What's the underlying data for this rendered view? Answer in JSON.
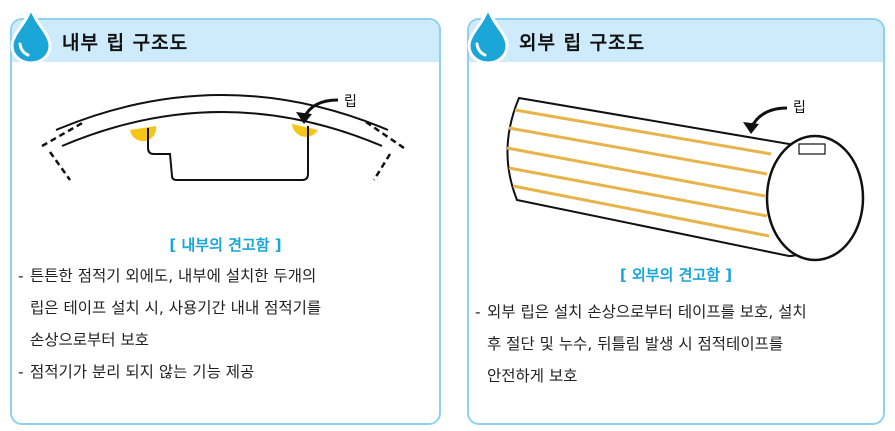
{
  "left": {
    "title": "내부 립 구조도",
    "rib_label": "립",
    "subtitle": "[ 내부의 견고함 ]",
    "bullets": [
      {
        "dash": "-",
        "text": "튼튼한 점적기 외에도, 내부에 설치한 두개의\n립은 테이프 설치 시, 사용기간 내내 점적기를\n손상으로부터 보호"
      },
      {
        "dash": "-",
        "text": "점적기가 분리 되지 않는 기능 제공"
      }
    ]
  },
  "right": {
    "title": "외부 립 구조도",
    "rib_label": "립",
    "subtitle": "[ 외부의 견고함 ]",
    "bullets": [
      {
        "dash": "-",
        "text": "외부 립은 설치 손상으로부터 테이프를 보호, 설치\n후 절단 및 누수, 뒤틀림 발생 시 점적테이프를\n안전하게 보호"
      }
    ]
  },
  "colors": {
    "accent": "#1aa6d6",
    "header_bg": "#cdebfa",
    "border": "#8fd0ef",
    "rib": "#f5c518"
  },
  "icons": [
    "water-drop-icon",
    "arrow-icon"
  ]
}
